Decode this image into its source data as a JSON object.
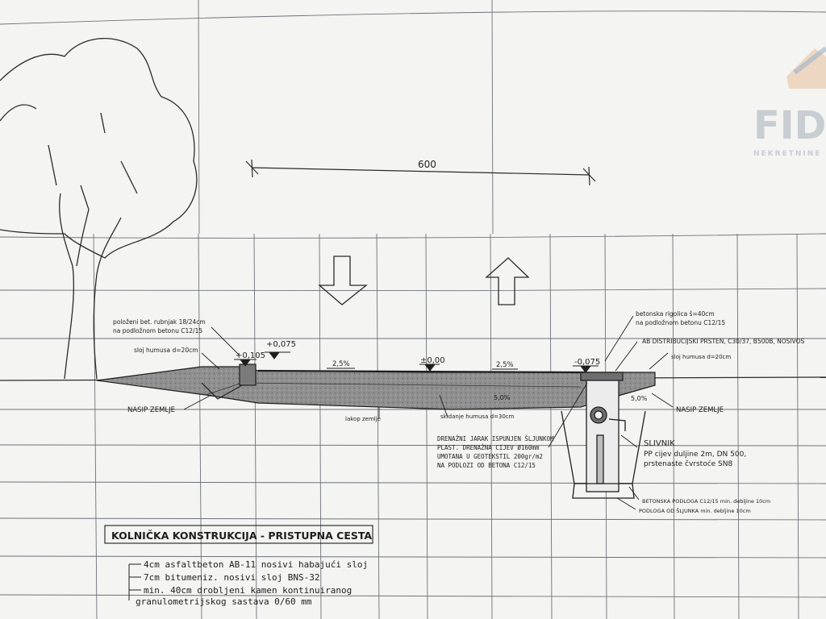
{
  "dimension": {
    "width_label": "600"
  },
  "levels": {
    "left_curb": "+0,105",
    "left_edge": "+0,075",
    "axis": "±0,00",
    "right_gutter": "-0,075"
  },
  "slopes": {
    "left": "2,5%",
    "right": "2,5%",
    "gutter": "5,0%",
    "side": "5,0%"
  },
  "notes": {
    "curb_line1": "položeni bet. rubnjak 18/24cm",
    "curb_line2": "na podložnom betonu C12/15",
    "humus_left": "sloj humusa d=20cm",
    "fill_left": "NASIP ZEMLJE",
    "ground_break": "lakop zemlje",
    "humus_removal": "skidanje humusa d=30cm",
    "gutter_line1": "betonska rigolica š=40cm",
    "gutter_line2": "na podložnom betonu C12/15",
    "ring": "AB DISTRIBUCIJSKI PRSTEN, C30/37, B500B, NOSIVOS",
    "humus_right": "sloj humusa d=20cm",
    "fill_right": "NASIP ZEMLJE",
    "drain_line1": "DRENAŽNI JARAK ISPUNJEN ŠLJUNKOM",
    "drain_line2": "PLAST. DRENAŽNA CIJEV Ø160mm",
    "drain_line3": "UMOTANA U GEOTEKSTIL 200gr/m2",
    "drain_line4": "NA PODLOZI OD BETONA C12/15",
    "inlet_title": "SLIVNIK",
    "inlet_line1": "PP cijev duljine 2m, DN 500,",
    "inlet_line2": "prstenaste čvrstoće SN8",
    "base_concrete": "BETONSKA PODLOGA C12/15 min. debljine 10cm",
    "base_gravel": "PODLOGA OD ŠLJUNKA min. debljine 10cm"
  },
  "legend": {
    "title": "KOLNIČKA KONSTRUKCIJA - PRISTUPNA CESTA",
    "layer1": "4cm asfaltbeton AB-11 nosivi habajući sloj",
    "layer2": "7cm bitumeniz. nosivi sloj BNS-32",
    "layer3a": "min. 40cm drobljeni kamen kontinuiranog",
    "layer3b": "granulometrijskog sastava 0/60 mm"
  },
  "watermark": {
    "brand": "FID",
    "tagline": "NEKRETNINE"
  },
  "colors": {
    "ink": "#1e1e1e",
    "grid": "#6d7278",
    "paper": "#f4f4f2",
    "fill_dark": "#8a8a8a",
    "watermark": "#c8cdd2",
    "logo_orange": "#e8c3a4",
    "logo_blue": "#9fb4c8"
  }
}
